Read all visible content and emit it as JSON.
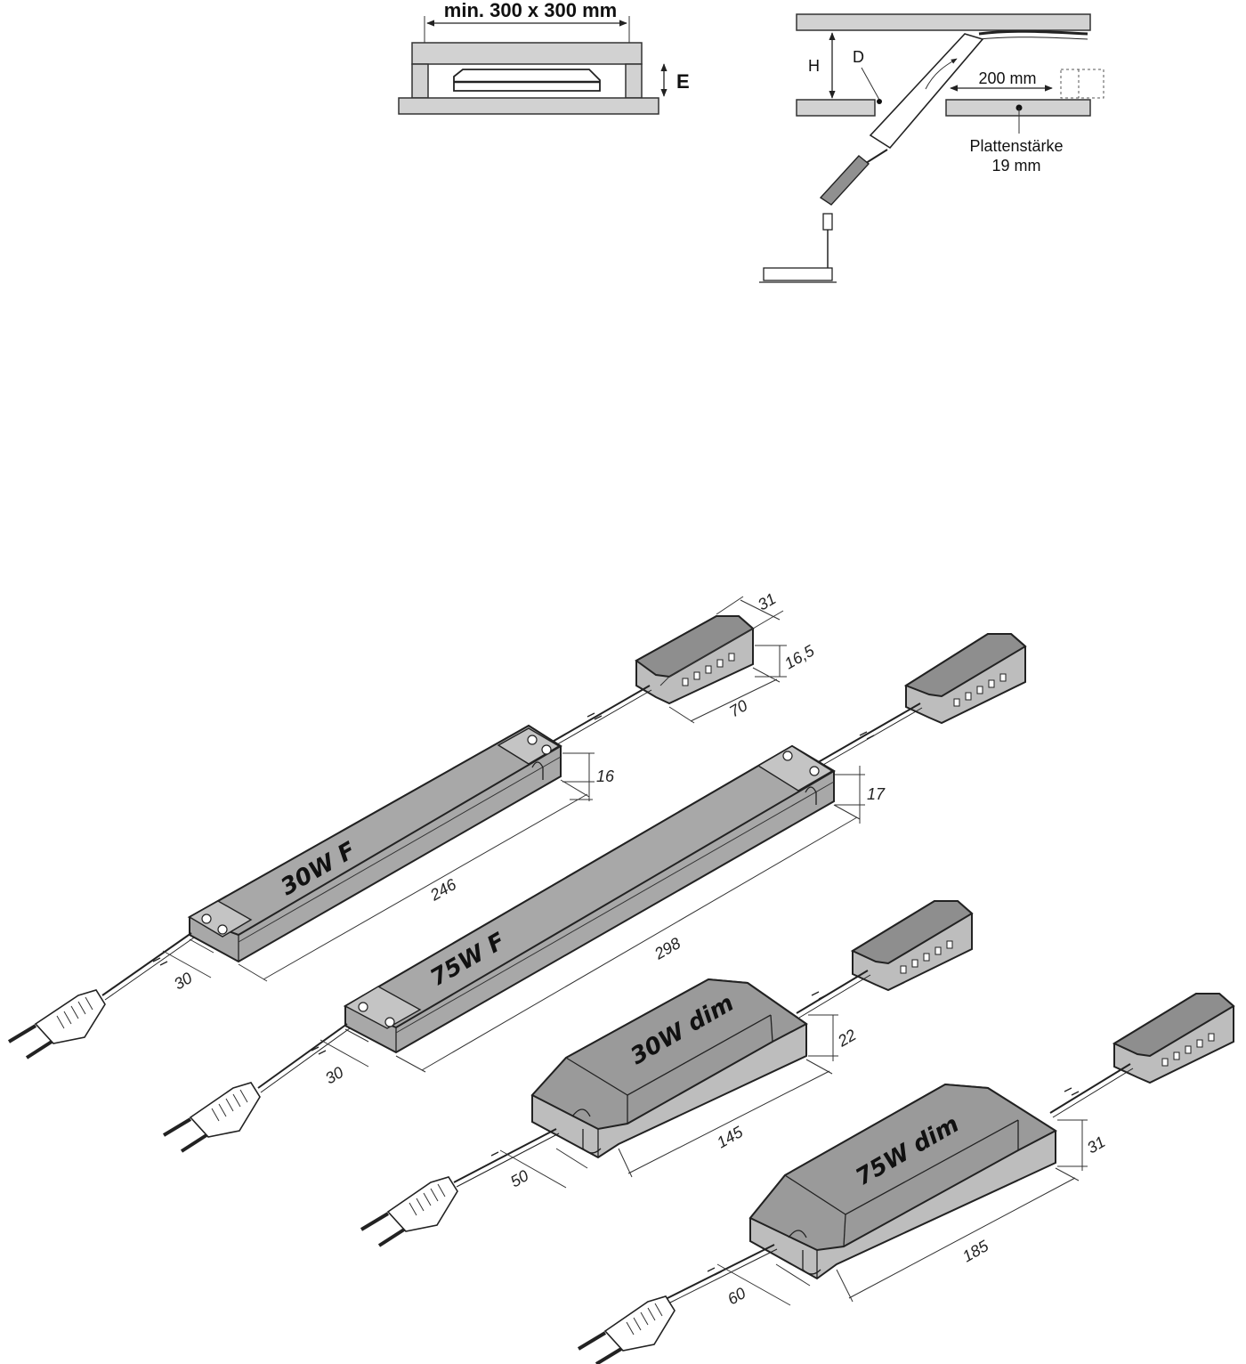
{
  "top_left": {
    "dimension_label": "min. 300 x 300 mm",
    "height_label": "E"
  },
  "top_right": {
    "height_label": "H",
    "distance_label": "D",
    "spacing_label": "200 mm",
    "plate_label_line1": "Plattenstärke",
    "plate_label_line2": "19 mm"
  },
  "products": [
    {
      "name": "30W F",
      "length": "246",
      "height": "16",
      "cable": "30"
    },
    {
      "name": "75W F",
      "length": "298",
      "height": "17",
      "cable": "30"
    },
    {
      "name": "30W dim",
      "length": "145",
      "height": "22",
      "cable": "50"
    },
    {
      "name": "75W dim",
      "length": "185",
      "height": "31",
      "cable": "60"
    }
  ],
  "distributor": {
    "depth": "31",
    "height": "16,5",
    "width": "70"
  }
}
